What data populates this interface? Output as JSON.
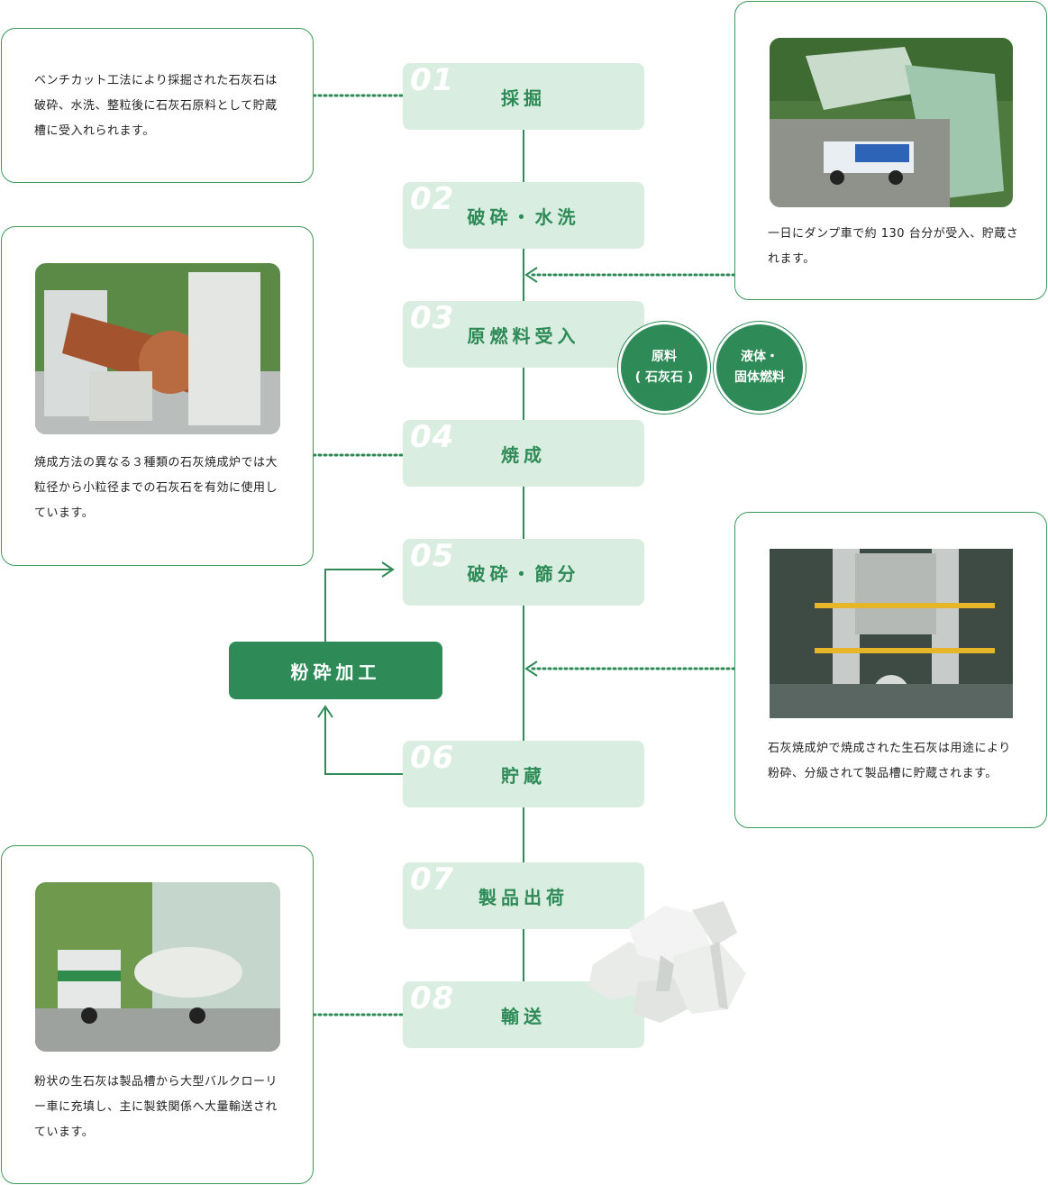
{
  "steps": [
    {
      "num": "01",
      "label": "採掘"
    },
    {
      "num": "02",
      "label": "破砕・水洗"
    },
    {
      "num": "03",
      "label": "原燃料受入"
    },
    {
      "num": "04",
      "label": "焼成"
    },
    {
      "num": "05",
      "label": "破砕・篩分"
    },
    {
      "num": "06",
      "label": "貯蔵"
    },
    {
      "num": "07",
      "label": "製品出荷"
    },
    {
      "num": "08",
      "label": "輸送"
    }
  ],
  "side_process": {
    "label": "粉砕加工"
  },
  "inputs": [
    {
      "line1": "原料",
      "line2": "( 石灰石 )"
    },
    {
      "line1": "液体・",
      "line2": "固体燃料"
    }
  ],
  "cards": {
    "mining": {
      "text": "ベンチカット工法により採掘された石灰石は破砕、水洗、整粒後に石灰石原料として貯蔵槽に受入れられます。"
    },
    "receiving": {
      "text": "一日にダンプ車で約 130 台分が受入、貯蔵されます。"
    },
    "calcination": {
      "text": "焼成方法の異なる３種類の石灰焼成炉では大粒径から小粒径までの石灰石を有効に使用しています。"
    },
    "crushing": {
      "text": "石灰焼成炉で焼成された生石灰は用途により粉砕、分級されて製品槽に貯蔵されます。"
    },
    "transport": {
      "text": "粉状の生石灰は製品槽から大型バルクローリー車に充填し、主に製鉄関係へ大量輸送されています。"
    }
  },
  "colors": {
    "accent": "#2e8b57",
    "step_bg": "#d9ede0",
    "border": "#3a9a5c"
  }
}
